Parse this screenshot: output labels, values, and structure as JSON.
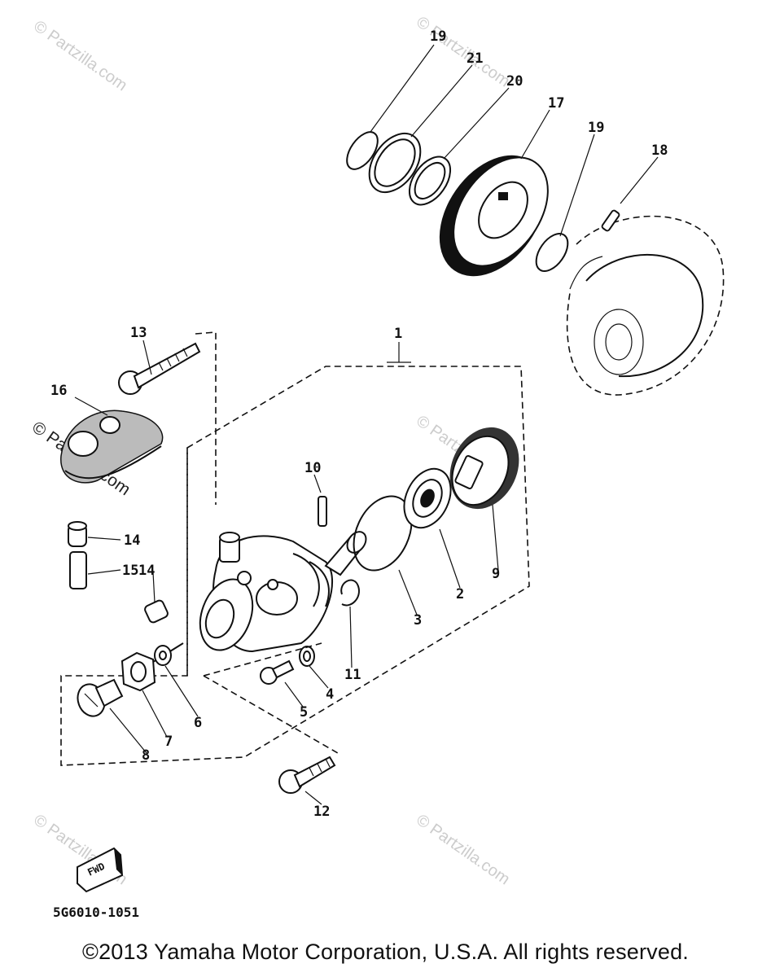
{
  "watermark": {
    "text": "© Partzilla.com",
    "color": "#cccccc"
  },
  "callouts": {
    "c1": "1",
    "c2": "2",
    "c3": "3",
    "c4": "4",
    "c5": "5",
    "c6": "6",
    "c7": "7",
    "c8": "8",
    "c9": "9",
    "c10": "10",
    "c11": "11",
    "c12": "12",
    "c13": "13",
    "c14a": "14",
    "c14b": "14",
    "c15": "15",
    "c16": "16",
    "c17": "17",
    "c18": "18",
    "c19a": "19",
    "c19b": "19",
    "c20": "20",
    "c21": "21"
  },
  "fwd_label": "FWD",
  "diagram_code": "5G6010-1051",
  "copyright": "©2013 Yamaha Motor Corporation, U.S.A. All rights reserved."
}
